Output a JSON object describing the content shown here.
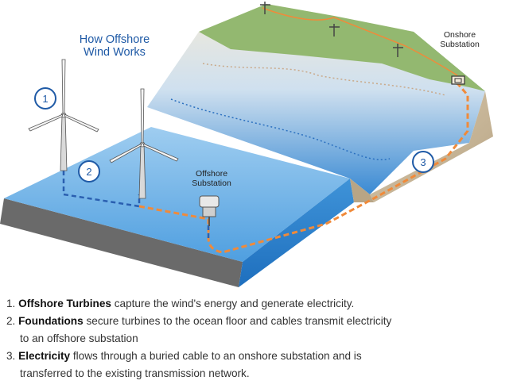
{
  "diagram": {
    "title_line1": "How Offshore",
    "title_line2": "Wind Works",
    "onshore_label_line1": "Onshore",
    "onshore_label_line2": "Substation",
    "offshore_label_line1": "Offshore",
    "offshore_label_line2": "Substation",
    "markers": [
      "1",
      "2",
      "3"
    ],
    "colors": {
      "ocean": "#2f86cf",
      "land_top": "#93b870",
      "soil": "#c9b79c",
      "cable": "#f08a3a",
      "marker": "#1f5aa6"
    },
    "icons": [
      "wind-turbine-icon",
      "offshore-substation-icon",
      "onshore-substation-icon",
      "transmission-tower-icon"
    ]
  },
  "steps": [
    {
      "num": "1.",
      "bold": "Offshore Turbines",
      "rest": " capture the wind's energy and generate electricity.",
      "cont": ""
    },
    {
      "num": "2.",
      "bold": "Foundations",
      "rest": " secure turbines to the ocean floor and cables transmit electricity",
      "cont": "to an offshore substation"
    },
    {
      "num": "3.",
      "bold": "Electricity",
      "rest": " flows through a buried cable to an onshore substation and is",
      "cont": "transferred to the existing transmission network."
    }
  ]
}
